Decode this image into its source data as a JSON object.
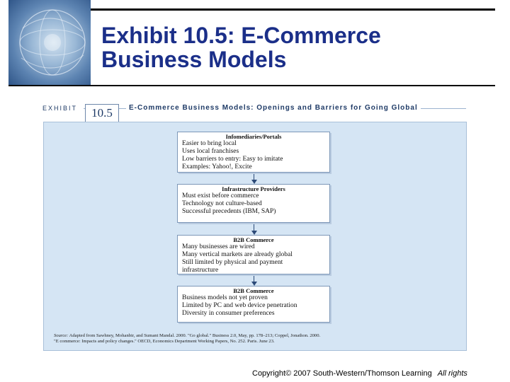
{
  "slide": {
    "title_line1": "Exhibit 10.5: E-Commerce",
    "title_line2": "Business Models"
  },
  "exhibit": {
    "label": "EXHIBIT",
    "number": "10.5",
    "title": "E-Commerce Business Models: Openings and Barriers for Going Global"
  },
  "boxes": [
    {
      "title": "Infomediaries/Portals",
      "lines": [
        "Easier to bring local",
        "Uses local franchises",
        "Low barriers to entry: Easy to imitate",
        "Examples: Yahoo!, Excite"
      ]
    },
    {
      "title": "Infrastructure Providers",
      "lines": [
        "Must exist before commerce",
        "Technology not culture-based",
        "Successful precedents (IBM, SAP)"
      ]
    },
    {
      "title": "B2B Commerce",
      "lines": [
        "Many businesses are wired",
        "Many vertical markets are already global",
        "Still limited by physical and payment",
        "infrastructure"
      ]
    },
    {
      "title": "B2B Commerce",
      "lines": [
        "Business models not yet proven",
        "Limited by PC and web device penetration",
        "Diversity in consumer preferences"
      ]
    }
  ],
  "source": {
    "label": "Source:",
    "line1": "Adapted from Sawhney, Mohanbir, and Sumant Mandal. 2000. \"Go global.\" Business 2.0, May, pp. 178–213; Coppel, Jonathon. 2000.",
    "line2": "\"E commerce: Impacts and policy changes.\" OECD, Economics Department Working Papers, No. 252. Paris. June 23."
  },
  "footer": {
    "copyright": "Copyright© 2007 South-Western/Thomson Learning",
    "rights": "All rights"
  },
  "colors": {
    "title": "#1b2f89",
    "panel": "#d5e5f4",
    "accent": "#1e3a66"
  }
}
